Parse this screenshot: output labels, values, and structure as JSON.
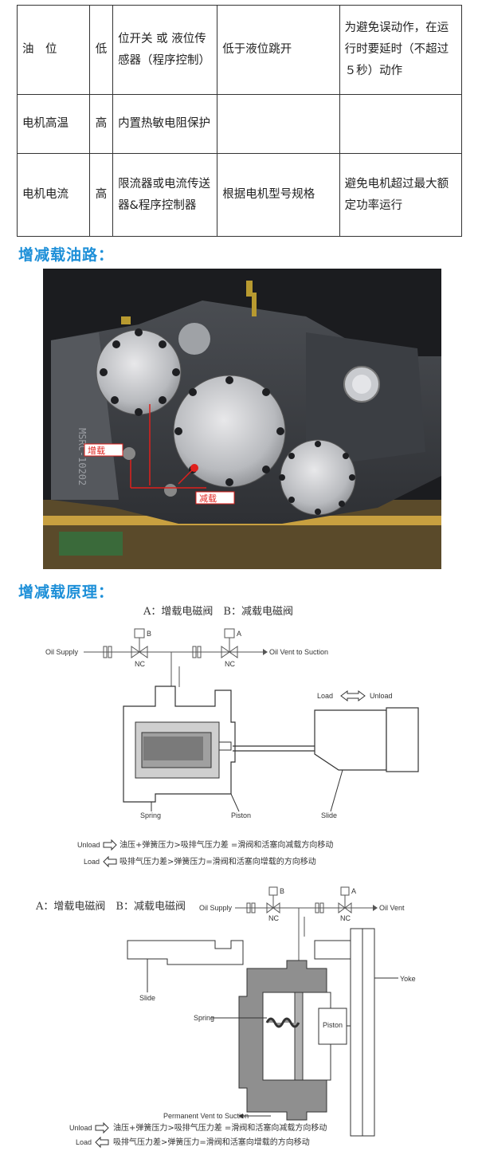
{
  "table": {
    "rows": [
      {
        "name": "油　位",
        "level": "低",
        "method": "位开关 或 液位传感器（程序控制）",
        "action": "低于液位跳开",
        "note": "为避免误动作，在运行时要延时（不超过５秒）动作"
      },
      {
        "name": "电机高温",
        "level": "高",
        "method": "内置热敏电阻保护",
        "action": "",
        "note": ""
      },
      {
        "name": "电机电流",
        "level": "高",
        "method": "限流器或电流传送器&程序控制器",
        "action": "根据电机型号规格",
        "note": "避免电机超过最大额定功率运行"
      }
    ]
  },
  "sections": {
    "oil_path_title": "增减载油路：",
    "principle_title": "增减载原理："
  },
  "photo": {
    "label_load": "增载",
    "label_unload": "减载"
  },
  "diagram1": {
    "title": "A：增载电磁阀　B：减载电磁阀",
    "oil_supply": "Oil Supply",
    "oil_vent": "Oil Vent to Suction",
    "valve_b": "B",
    "valve_a": "A",
    "nc": "NC",
    "load": "Load",
    "unload": "Unload",
    "spring": "Spring",
    "piston": "Piston",
    "slide": "Slide",
    "legend_unload_key": "Unload",
    "legend_unload_text": "油压+弹簧压力>吸排气压力差 =滑阀和活塞向减载方向移动",
    "legend_load_key": "Load",
    "legend_load_text": "吸排气压力差>弹簧压力=滑阀和活塞向增载的方向移动"
  },
  "diagram2": {
    "title": "A：增载电磁阀　B：减载电磁阀",
    "oil_supply": "Oil Supply",
    "oil_vent": "Oil Vent",
    "valve_b": "B",
    "valve_a": "A",
    "nc": "NC",
    "yoke": "Yoke",
    "slide": "Slide",
    "spring": "Spring",
    "piston": "Piston",
    "permanent_vent": "Permanent Vent to Suction",
    "legend_unload_key": "Unload",
    "legend_unload_text": "油压+弹簧压力>吸排气压力差 =滑阀和活塞向减载方向移动",
    "legend_load_key": "Load",
    "legend_load_text": "吸排气压力差>弹簧压力=滑阀和活塞向增载的方向移动"
  },
  "colors": {
    "heading": "#1d8fd8",
    "marker_red": "#e0201c"
  }
}
